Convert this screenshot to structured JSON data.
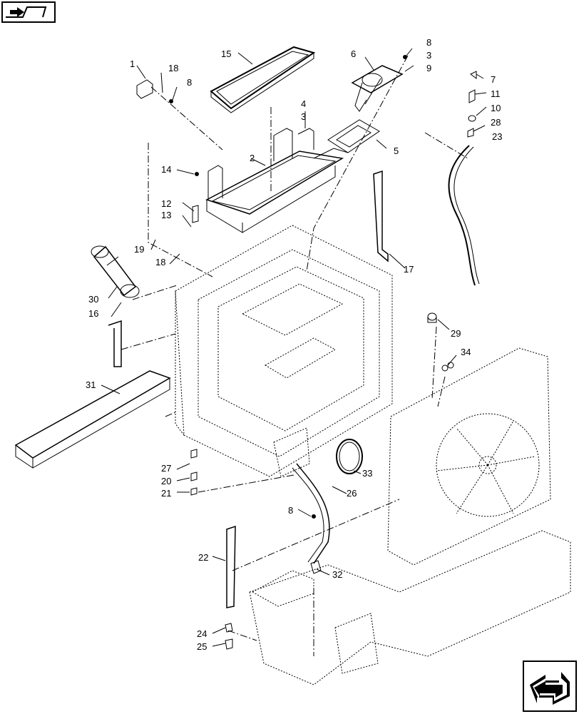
{
  "diagram": {
    "callouts": [
      "1",
      "2",
      "3",
      "3",
      "4",
      "5",
      "6",
      "7",
      "8",
      "8",
      "8",
      "9",
      "10",
      "11",
      "12",
      "13",
      "14",
      "15",
      "16",
      "17",
      "18",
      "18",
      "19",
      "20",
      "21",
      "22",
      "23",
      "24",
      "25",
      "26",
      "27",
      "28",
      "29",
      "30",
      "31",
      "32",
      "33",
      "34"
    ]
  },
  "navigation": {
    "top_icon": "book-arrow-icon",
    "bottom_icon": "return-arrow-icon"
  }
}
